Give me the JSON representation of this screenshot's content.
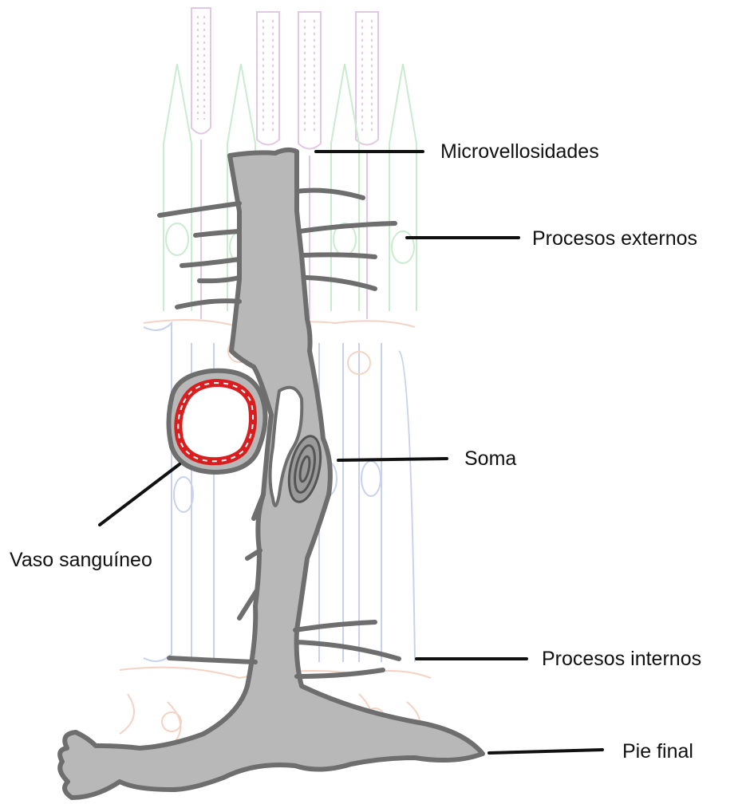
{
  "labels": {
    "microvillosities": "Microvellosidades",
    "outer_processes": "Procesos externos",
    "soma": "Soma",
    "blood_vessel": "Vaso sanguíneo",
    "inner_processes": "Procesos internos",
    "end_foot": "Pie final"
  },
  "colors": {
    "cell_fill": "#b8b8b8",
    "cell_outline": "#6e6e6e",
    "vessel": "#d81e1e",
    "rod_faint": "#e3c8e6",
    "cone_faint": "#c9ecd0",
    "bipolar_faint": "#c8d2ee",
    "plexiform_faint": "#f4d3c4",
    "leader_line": "#111111"
  }
}
